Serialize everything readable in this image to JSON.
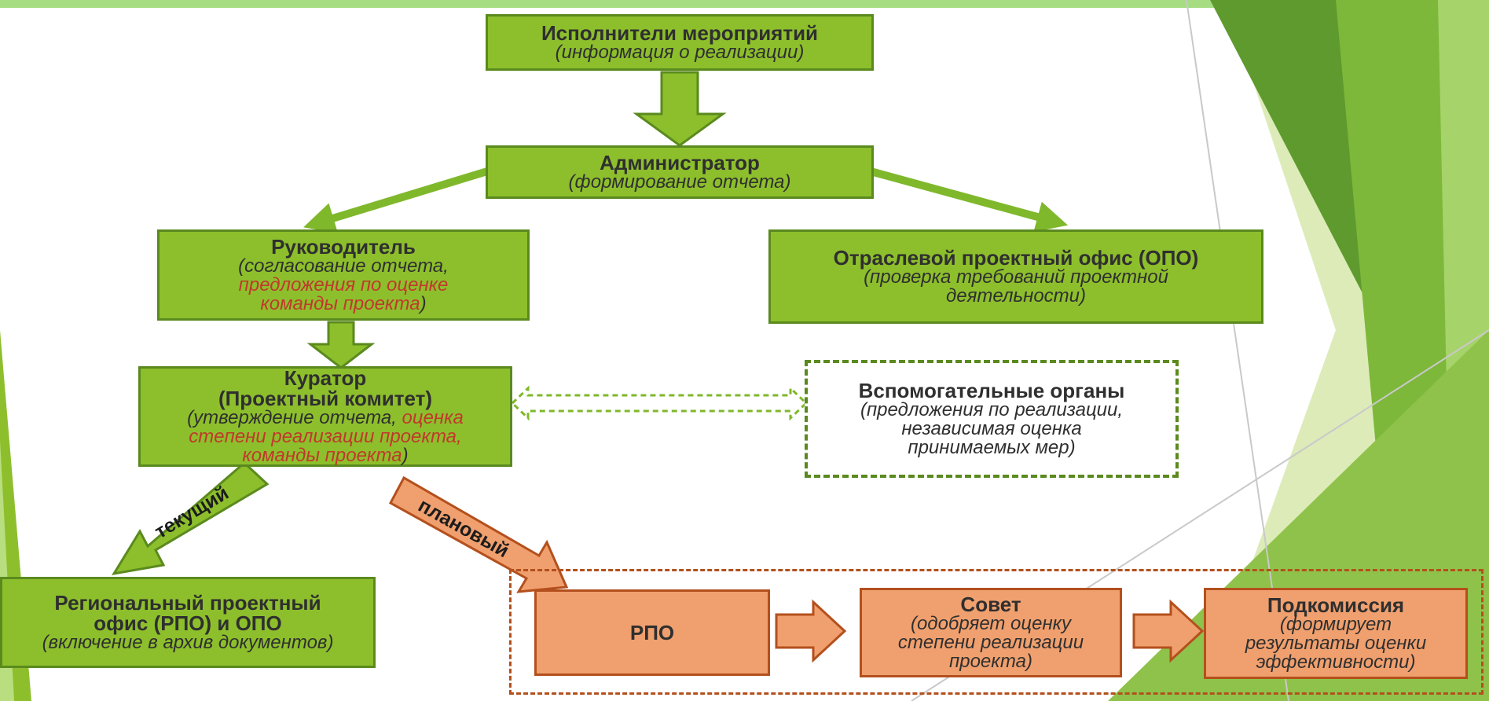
{
  "colors": {
    "green_fill": "#8dbf2c",
    "green_border": "#5a8a1e",
    "orange_fill": "#f0a06e",
    "orange_border": "#b3501d",
    "highlight_red": "#c0392b"
  },
  "nodes": {
    "executors": {
      "title": "Исполнители мероприятий",
      "subtitle": "(информация о реализации)"
    },
    "administrator": {
      "title": "Администратор",
      "subtitle": "(формирование отчета)"
    },
    "head": {
      "title": "Руководитель",
      "sub_a": "(согласование отчета,",
      "sub_b": "предложения по оценке",
      "sub_c": "команды проекта",
      "sub_d": ")"
    },
    "opo": {
      "title": "Отраслевой проектный офис (ОПО)",
      "sub_a": "(проверка требований проектной",
      "sub_b": "деятельности)"
    },
    "curator": {
      "title_a": "Куратор",
      "title_b": "(Проектный комитет)",
      "sub_a": "(утверждение отчета, ",
      "sub_b": "оценка",
      "sub_c": "степени реализации проекта,",
      "sub_d": "команды проекта",
      "sub_e": ")"
    },
    "auxiliary": {
      "title": "Вспомогательные органы",
      "sub_a": "(предложения по реализации,",
      "sub_b": "независимая оценка",
      "sub_c": "принимаемых мер)"
    },
    "rpo_archive": {
      "title_a": "Региональный проектный",
      "title_b": "офис (РПО) и ОПО",
      "subtitle": "(включение в архив документов)"
    },
    "rpo": {
      "title": "РПО"
    },
    "council": {
      "title": "Совет",
      "sub_a": "(одобряет оценку",
      "sub_b": "степени реализации",
      "sub_c": "проекта)"
    },
    "subcommission": {
      "title": "Подкомиссия",
      "sub_a": "(формирует",
      "sub_b": "результаты оценки",
      "sub_c": "эффективности)"
    }
  },
  "edge_labels": {
    "current": "текущий",
    "planned": "плановый"
  }
}
